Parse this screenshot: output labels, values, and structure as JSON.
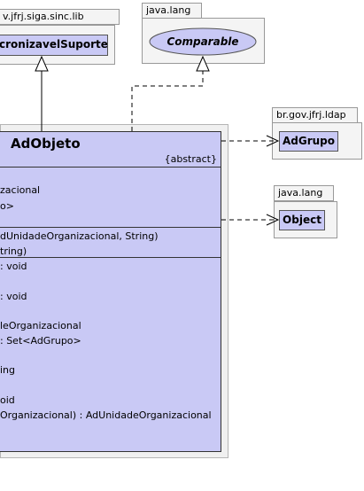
{
  "packages": {
    "siga": {
      "label": "v.jfrj.siga.sinc.lib",
      "class_name": "cronizavelSuporte"
    },
    "java_lang_top": {
      "label": "java.lang",
      "interface_name": "Comparable"
    },
    "ldap": {
      "label": "br.gov.jfrj.ldap",
      "class_name": "AdGrupo"
    },
    "java_lang_obj": {
      "label": "java.lang",
      "class_name": "Object"
    }
  },
  "main_class": {
    "name": "AdObjeto",
    "stereotype": "{abstract}",
    "attributes": [
      "zacional",
      "o>"
    ],
    "constructors": [
      "dUnidadeOrganizacional, String)",
      "tring)"
    ],
    "methods": [
      ": void",
      ": void",
      "leOrganizacional",
      ": Set<AdGrupo>",
      "ing",
      "oid",
      "Organizacional) : AdUnidadeOrganizacional"
    ]
  }
}
